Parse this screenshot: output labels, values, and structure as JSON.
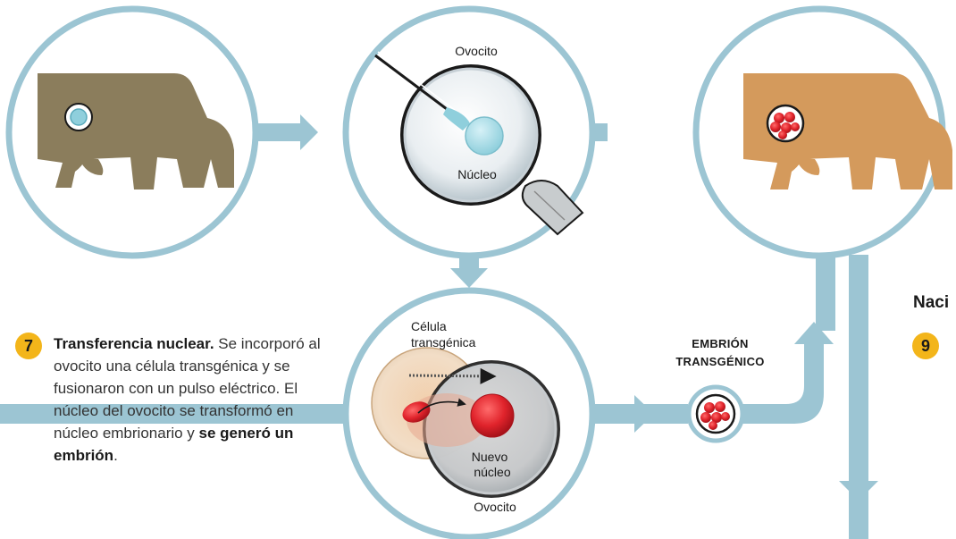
{
  "labels": {
    "ovocito_top": "Ovocito",
    "nucleo": "Núcleo",
    "celula_line1": "Célula",
    "celula_line2": "transgénica",
    "nuevo_line1": "Nuevo",
    "nuevo_line2": "núcleo",
    "ovocito_bottom": "Ovocito",
    "embrion_line1": "EMBRIÓN",
    "embrion_line2": "TRANSGÉNICO"
  },
  "step7": {
    "number": "7",
    "title": "Transferencia nuclear.",
    "text1": " Se incorporó al ovocito una célula transgénica y se fusionaron con un pulso eléctrico. El núcleo del ovocito se transformó en núcleo embrionario y ",
    "bold2": "se generó un embrión",
    "text2": "."
  },
  "step9": {
    "number": "9",
    "title": "Naci"
  },
  "colors": {
    "connector": "#9cc5d3",
    "circle_border": "#9cc5d3",
    "cow_donor": "#8b7d5c",
    "cow_recipient": "#d49a5c",
    "badge": "#f3b51a",
    "nucleus_red": "#e0232b"
  },
  "icons": [
    "cow-donor-icon",
    "cow-recipient-icon",
    "pipette-icon",
    "holding-pipette-icon",
    "embryo-icon"
  ]
}
